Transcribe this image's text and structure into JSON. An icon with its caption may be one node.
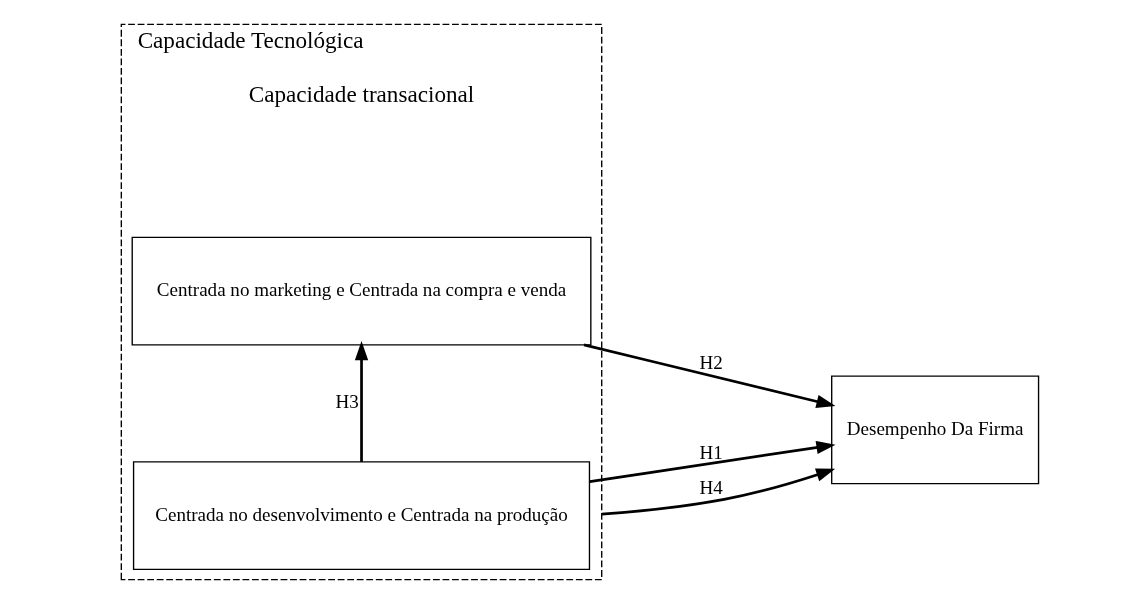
{
  "diagram": {
    "nodes": [
      {
        "text": [
          "Capacidade Tecnológica",
          "Capacidade transacional"
        ]
      },
      {
        "text": [
          "Centrada no desenvolvimento e Centrada na produção"
        ],
        "in": 0
      },
      {
        "text": [
          "Centrada no marketing e Centrada na compra e venda"
        ],
        "in": 0
      },
      {
        "text": [
          "Desempenho Da Firma"
        ]
      }
    ],
    "edges": [
      {
        "from": 1,
        "to": 3,
        "arrow": "to",
        "label": "H1"
      },
      {
        "from": 1,
        "to": 2,
        "arrow": "to",
        "label": "H3"
      },
      {
        "from": 0,
        "to": 3,
        "arrow": "to",
        "label": "H4"
      },
      {
        "from": 2,
        "to": 3,
        "arrow": "to",
        "label": "H2"
      }
    ]
  }
}
